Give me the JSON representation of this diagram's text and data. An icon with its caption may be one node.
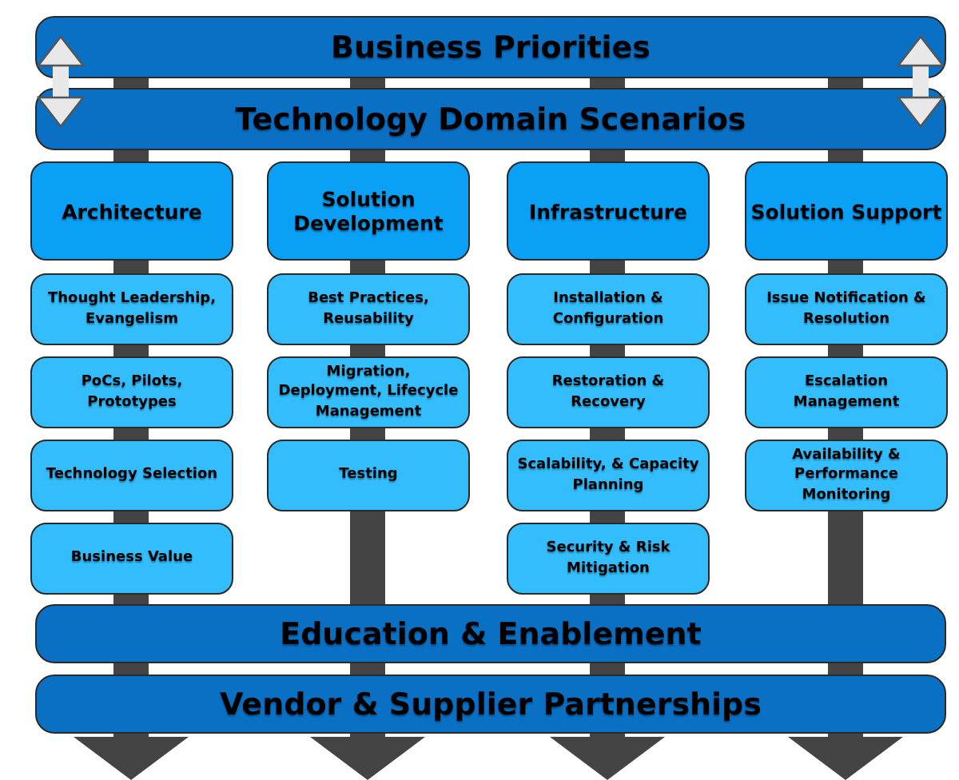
{
  "diagram": {
    "nodes": [
      {
        "text": [
          "Business Priorities"
        ]
      },
      {
        "text": [
          "Technology Domain Scenarios"
        ]
      },
      {
        "text": [
          "Architecture"
        ]
      },
      {
        "text": [
          "Thought Leadership, Evangelism"
        ]
      },
      {
        "text": [
          "PoCs, Pilots, Prototypes"
        ]
      },
      {
        "text": [
          "Technology Selection"
        ]
      },
      {
        "text": [
          "Business Value"
        ]
      },
      {
        "text": [
          "Solution Development"
        ]
      },
      {
        "text": [
          "Best Practices, Reusability"
        ]
      },
      {
        "text": [
          "Migration, Deployment, Lifecycle Management"
        ]
      },
      {
        "text": [
          "Testing"
        ]
      },
      {
        "text": [
          "Infrastructure"
        ]
      },
      {
        "text": [
          "Installation & Configuration"
        ]
      },
      {
        "text": [
          "Restoration & Recovery"
        ]
      },
      {
        "text": [
          "Scalability, & Capacity Planning"
        ]
      },
      {
        "text": [
          "Security & Risk Mitigation"
        ]
      },
      {
        "text": [
          "Solution Support"
        ]
      },
      {
        "text": [
          "Issue Notification & Resolution"
        ]
      },
      {
        "text": [
          "Escalation Management"
        ]
      },
      {
        "text": [
          "Availability & Performance Monitoring"
        ]
      },
      {
        "text": [
          "Education & Enablement"
        ]
      },
      {
        "text": [
          "Vendor & Supplier Partnerships"
        ]
      }
    ],
    "edges": [
      {
        "from": 0,
        "to": 1,
        "arrow": "both",
        "color": "#e8e8e8"
      },
      {
        "from": 0,
        "to": 1,
        "arrow": "both",
        "color": "#e8e8e8"
      }
    ]
  }
}
